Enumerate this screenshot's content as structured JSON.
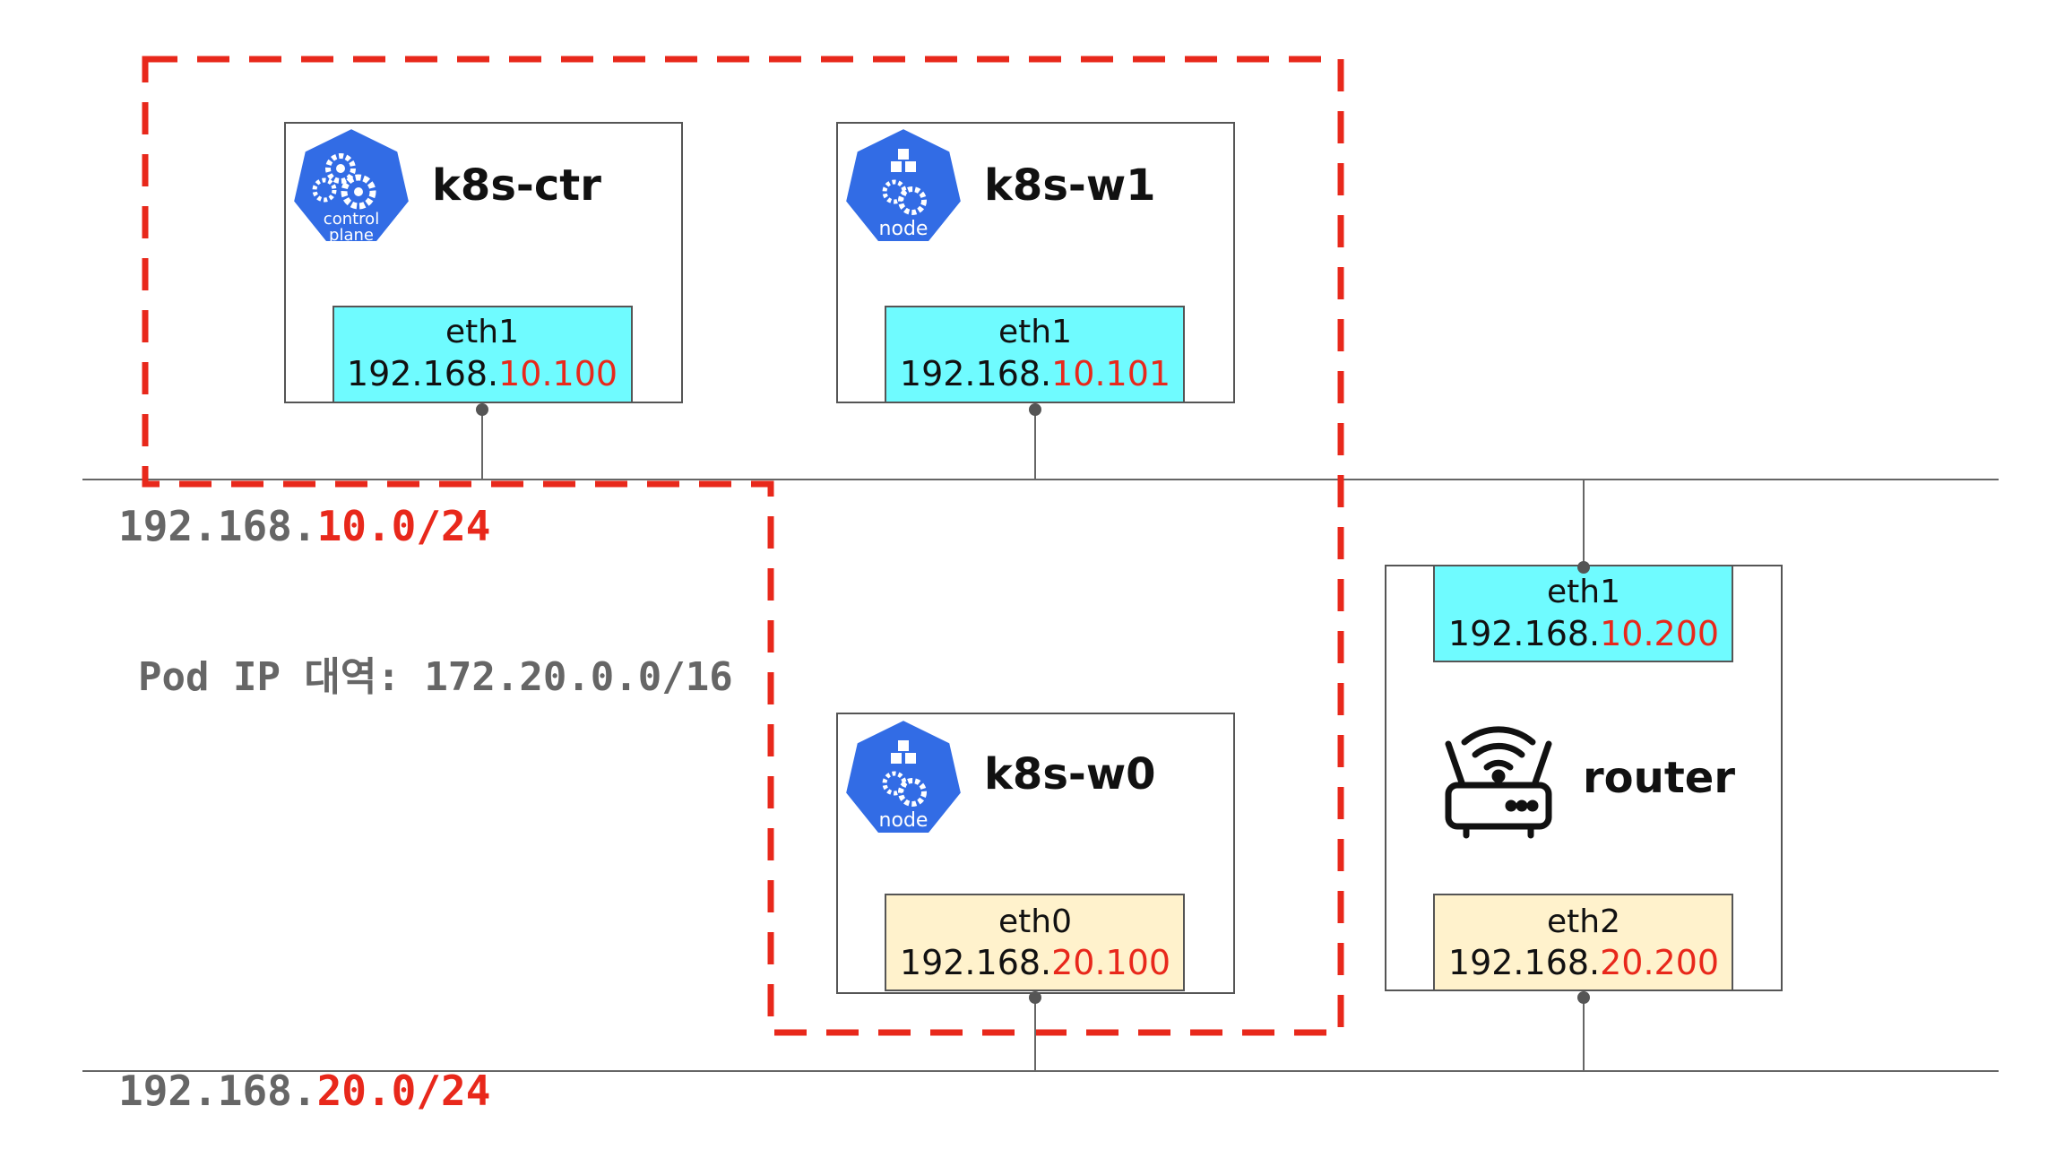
{
  "networks": {
    "net10": {
      "prefix": "192.168.",
      "highlight": "10.0/24"
    },
    "net20": {
      "prefix": "192.168.",
      "highlight": "20.0/24"
    }
  },
  "pod_cidr": "Pod IP 대역: 172.20.0.0/16",
  "nodes": {
    "k8s_ctr": {
      "name": "k8s-ctr",
      "icon_label_1": "control",
      "icon_label_2": "plane",
      "iface": "eth1",
      "ip_prefix": "192.168.",
      "ip_highlight": "10.100"
    },
    "k8s_w1": {
      "name": "k8s-w1",
      "icon_label": "node",
      "iface": "eth1",
      "ip_prefix": "192.168.",
      "ip_highlight": "10.101"
    },
    "k8s_w0": {
      "name": "k8s-w0",
      "icon_label": "node",
      "iface": "eth0",
      "ip_prefix": "192.168.",
      "ip_highlight": "20.100"
    },
    "router": {
      "name": "router",
      "iface_top": "eth1",
      "ip_top_prefix": "192.168.",
      "ip_top_highlight": "10.200",
      "iface_bottom": "eth2",
      "ip_bottom_prefix": "192.168.",
      "ip_bottom_highlight": "20.200"
    }
  },
  "colors": {
    "k8s_blue": "#326ce5",
    "iface_cyan": "#6ffbff",
    "iface_beige": "#fff2cc",
    "highlight_red": "#e8281b",
    "dashed_border": "#e8281b",
    "line_gray": "#666666"
  },
  "icons": {
    "control_plane": "kubernetes-control-plane-icon",
    "worker": "kubernetes-node-icon",
    "router": "wifi-router-icon"
  }
}
